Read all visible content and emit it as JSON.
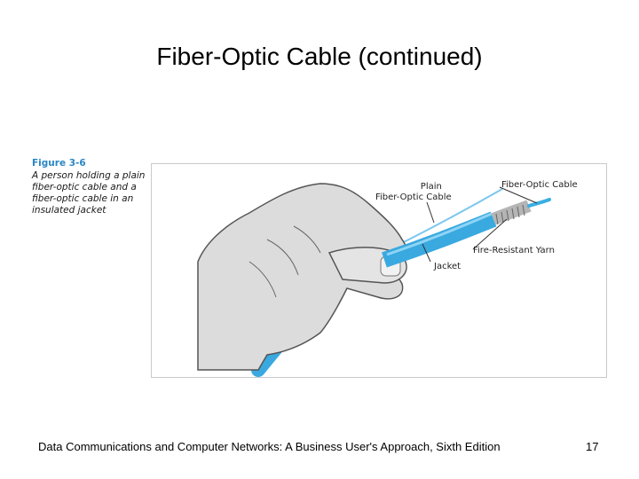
{
  "slide": {
    "title": "Fiber-Optic Cable (continued)"
  },
  "figure": {
    "label": "Figure 3-6",
    "caption": "A person holding a plain fiber-optic cable and a fiber-optic cable in an insulated jacket",
    "callouts": {
      "plain_line1": "Plain",
      "plain_line2": "Fiber-Optic Cable",
      "fiber_optic_cable": "Fiber-Optic Cable",
      "fire_resistant_yarn": "Fire-Resistant Yarn",
      "jacket": "Jacket"
    }
  },
  "footer": {
    "text": "Data Communications and Computer Networks: A Business User's Approach, Sixth Edition",
    "page_number": "17"
  },
  "colors": {
    "cable_blue": "#39a9e0",
    "hand_gray": "#d8d8d8",
    "caption_label": "#2a86c4"
  }
}
